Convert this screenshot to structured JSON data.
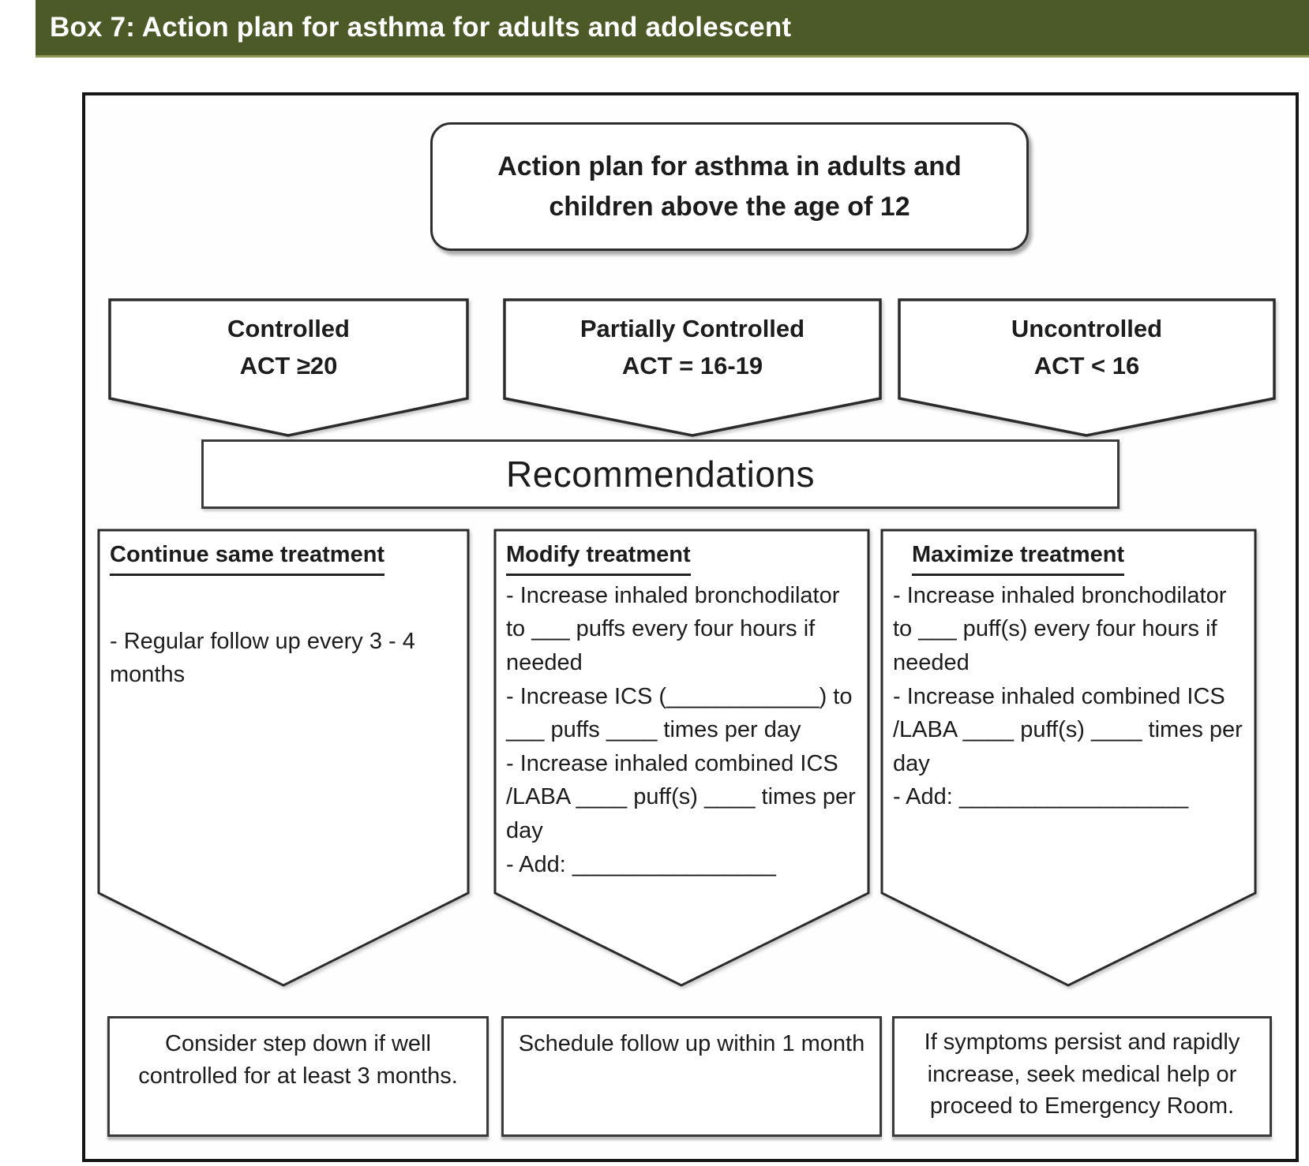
{
  "header": {
    "title": "Box 7: Action plan for asthma for adults and adolescent"
  },
  "title_box": {
    "text": "Action plan for asthma in adults and children above the age of 12"
  },
  "status_banners": [
    {
      "label": "Controlled",
      "criteria": "ACT ≥20"
    },
    {
      "label": "Partially Controlled",
      "criteria": "ACT = 16-19"
    },
    {
      "label": "Uncontrolled",
      "criteria": "ACT < 16"
    }
  ],
  "recommendations_label": "Recommendations",
  "treatments": [
    {
      "heading": "Continue same treatment",
      "bullets": [
        "- Regular follow up every 3 - 4 months"
      ]
    },
    {
      "heading": "Modify treatment",
      "bullets": [
        "- Increase inhaled bronchodilator to ___ puffs every four hours if needed",
        "- Increase ICS (____________) to ___ puffs ____ times per day",
        "- Increase inhaled combined ICS /LABA ____ puff(s) ____ times per day",
        "- Add: ________________"
      ]
    },
    {
      "heading": "Maximize treatment",
      "bullets": [
        "- Increase inhaled bronchodilator to ___ puff(s) every four hours if needed",
        "- Increase inhaled combined ICS /LABA ____ puff(s) ____ times per day",
        "-  Add: __________________"
      ]
    }
  ],
  "followups": [
    {
      "text": "Consider step down if well controlled for at least 3 months."
    },
    {
      "text": "Schedule follow up within 1 month"
    },
    {
      "text": "If symptoms persist and rapidly increase, seek medical help or proceed to Emergency Room."
    }
  ],
  "colors": {
    "header_bg": "#4b5a26",
    "header_text": "#ffffff",
    "border": "#2b2b2b"
  }
}
